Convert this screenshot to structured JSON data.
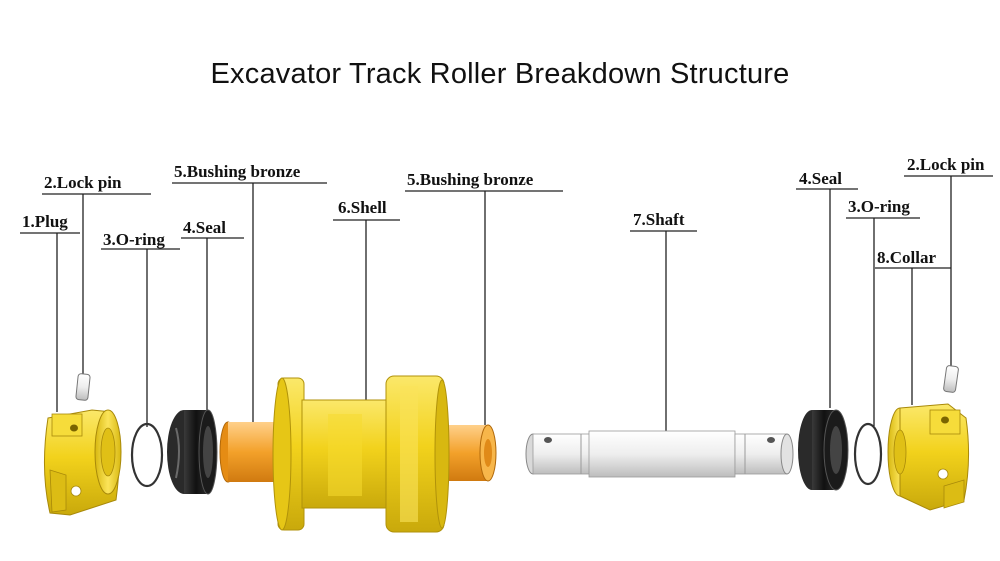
{
  "title": "Excavator Track Roller Breakdown Structure",
  "labels": {
    "plug": "1.Plug",
    "lock_pin_left": "2.Lock pin",
    "oring_left": "3.O-ring",
    "seal_left": "4.Seal",
    "bushing_left": "5.Bushing bronze",
    "shell": "6.Shell",
    "bushing_right": "5.Bushing bronze",
    "shaft": "7.Shaft",
    "seal_right": "4.Seal",
    "lock_pin_right": "2.Lock pin",
    "oring_right": "3.O-ring",
    "collar": "8.Collar"
  },
  "colors": {
    "yellow": "#f2d21c",
    "yellow_dark": "#b89a08",
    "bronze": "#f3a12a",
    "black_rubber": "#1c1c1c",
    "steel": "#e6e6e6"
  }
}
